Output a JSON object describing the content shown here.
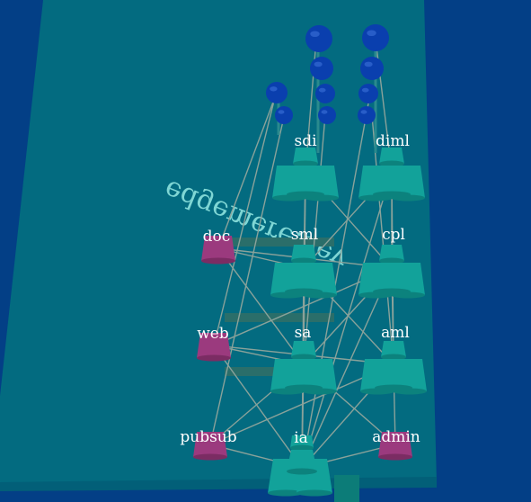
{
  "mirrored_title": "edgemere.dev",
  "colors": {
    "background": "#033f86",
    "panel": "#036b80",
    "panel_edge": "#025f78",
    "teal_node": "#12a29a",
    "teal_node_dark": "#0c827d",
    "magenta_node": "#9b3a7e",
    "blue_sphere": "#0a3fae",
    "edge": "#8aa29a"
  },
  "nodes": [
    {
      "id": "sdi",
      "label": "sdi",
      "kind": "teal",
      "icon": "stacked-cups-icon"
    },
    {
      "id": "diml",
      "label": "diml",
      "kind": "teal",
      "icon": "stacked-cups-icon"
    },
    {
      "id": "sml",
      "label": "sml",
      "kind": "teal",
      "icon": "stacked-cups-icon"
    },
    {
      "id": "cpl",
      "label": "cpl",
      "kind": "teal",
      "icon": "stacked-cups-icon"
    },
    {
      "id": "sa",
      "label": "sa",
      "kind": "teal",
      "icon": "stacked-cups-icon"
    },
    {
      "id": "aml",
      "label": "aml",
      "kind": "teal",
      "icon": "stacked-cups-icon"
    },
    {
      "id": "ia",
      "label": "ia",
      "kind": "teal",
      "icon": "stacked-cups-icon"
    },
    {
      "id": "doc",
      "label": "doc",
      "kind": "magenta",
      "icon": "cup-icon"
    },
    {
      "id": "web",
      "label": "web",
      "kind": "magenta",
      "icon": "cup-icon"
    },
    {
      "id": "pubsub",
      "label": "pubsub",
      "kind": "magenta",
      "icon": "cup-icon"
    },
    {
      "id": "admin",
      "label": "admin",
      "kind": "magenta",
      "icon": "cup-icon"
    }
  ],
  "edges": [
    [
      "sdi",
      "sml"
    ],
    [
      "sdi",
      "sa"
    ],
    [
      "sdi",
      "ia"
    ],
    [
      "sdi",
      "cpl"
    ],
    [
      "diml",
      "cpl"
    ],
    [
      "diml",
      "aml"
    ],
    [
      "diml",
      "ia"
    ],
    [
      "diml",
      "sml"
    ],
    [
      "sml",
      "sa"
    ],
    [
      "sml",
      "aml"
    ],
    [
      "sml",
      "ia"
    ],
    [
      "sml",
      "doc"
    ],
    [
      "cpl",
      "sa"
    ],
    [
      "cpl",
      "aml"
    ],
    [
      "cpl",
      "ia"
    ],
    [
      "cpl",
      "web"
    ],
    [
      "sa",
      "ia"
    ],
    [
      "sa",
      "web"
    ],
    [
      "sa",
      "pubsub"
    ],
    [
      "sa",
      "admin"
    ],
    [
      "aml",
      "ia"
    ],
    [
      "aml",
      "pubsub"
    ],
    [
      "aml",
      "admin"
    ],
    [
      "doc",
      "sa"
    ],
    [
      "web",
      "ia"
    ],
    [
      "pubsub",
      "ia"
    ],
    [
      "admin",
      "ia"
    ],
    [
      "doc",
      "cpl"
    ],
    [
      "web",
      "aml"
    ]
  ]
}
